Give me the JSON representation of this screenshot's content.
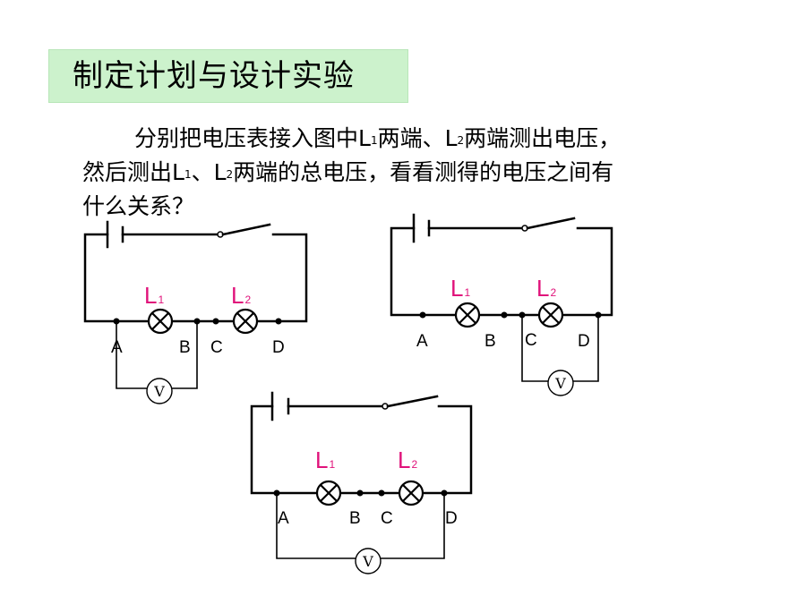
{
  "slide": {
    "title": "制定计划与设计实验",
    "paragraph": {
      "line1_a": "分别把电压表接入图中L",
      "line1_sub1": "1",
      "line1_b": "两端、L",
      "line1_sub2": "2",
      "line1_c": "两端测出电压，",
      "line2_a": "然后测出L",
      "line2_sub1": "1",
      "line2_b": "、L",
      "line2_sub2": "2",
      "line2_c": "两端的总电压，看看测得的电压之间有",
      "line3": "什么关系？"
    }
  },
  "circuits": [
    {
      "name": "voltmeter-across-L1",
      "lamp1": {
        "letter": "L",
        "sub": "1"
      },
      "lamp2": {
        "letter": "L",
        "sub": "2"
      },
      "points": [
        "A",
        "B",
        "C",
        "D"
      ],
      "meter": "V"
    },
    {
      "name": "voltmeter-across-L2",
      "lamp1": {
        "letter": "L",
        "sub": "1"
      },
      "lamp2": {
        "letter": "L",
        "sub": "2"
      },
      "points": [
        "A",
        "B",
        "C",
        "D"
      ],
      "meter": "V"
    },
    {
      "name": "voltmeter-across-both",
      "lamp1": {
        "letter": "L",
        "sub": "1"
      },
      "lamp2": {
        "letter": "L",
        "sub": "2"
      },
      "points": [
        "A",
        "B",
        "C",
        "D"
      ],
      "meter": "V"
    }
  ]
}
